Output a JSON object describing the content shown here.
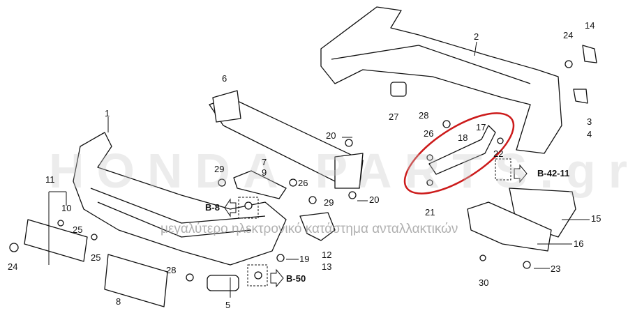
{
  "watermark": {
    "brand": "HONDA PARTS.gr",
    "slogan": "μεγαλύτερο ηλεκτρονικό κατάστημα ανταλλακτικών"
  },
  "callouts": [
    "1",
    "2",
    "3",
    "4",
    "5",
    "6",
    "7",
    "8",
    "9",
    "10",
    "11",
    "12",
    "13",
    "14",
    "15",
    "16",
    "17",
    "18",
    "19",
    "20",
    "20",
    "21",
    "22",
    "23",
    "24",
    "24",
    "25",
    "25",
    "26",
    "26",
    "27",
    "28",
    "28",
    "29",
    "29",
    "30"
  ],
  "references": {
    "b8": "B-8",
    "b50": "B-50",
    "b42": "B-42-11"
  },
  "colors": {
    "highlight": "#cc1a1a",
    "line": "#111111"
  }
}
